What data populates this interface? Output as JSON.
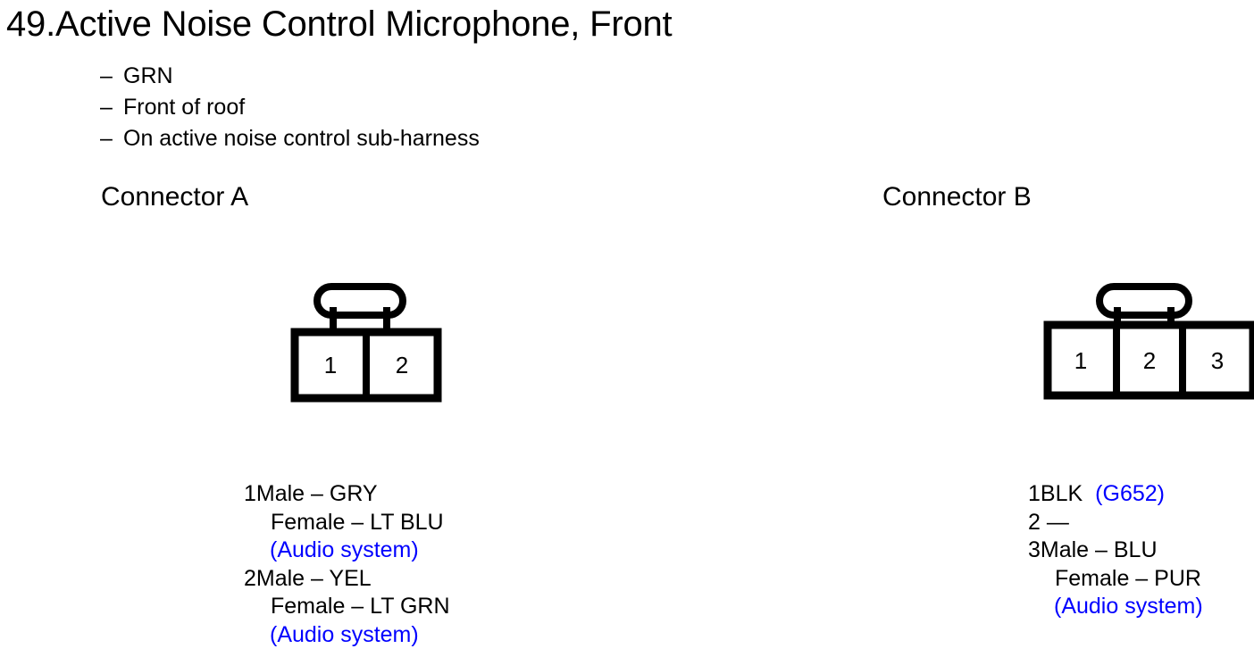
{
  "page": {
    "title": "49.Active Noise Control Microphone, Front",
    "accent_blue": "#0000ff",
    "ink": "#000000",
    "background": "#ffffff"
  },
  "bullets": [
    {
      "dash": "–",
      "text": "GRN"
    },
    {
      "dash": "–",
      "text": "Front of roof"
    },
    {
      "dash": "–",
      "text": "On active noise control sub-harness"
    }
  ],
  "connectors": [
    {
      "heading": "Connector A",
      "diagram": {
        "cavity_count": 2,
        "cavity_labels": [
          "1",
          "2"
        ],
        "clip_over_cavity_index": 0
      },
      "legend": [
        {
          "text": "1Male – GRY",
          "style": "pin",
          "color": "#000000"
        },
        {
          "text": "Female – LT BLU",
          "style": "indent-1",
          "color": "#000000"
        },
        {
          "text": "(Audio system)",
          "style": "note",
          "color": "#0000ff"
        },
        {
          "text": "2Male – YEL",
          "style": "pin",
          "color": "#000000"
        },
        {
          "text": "Female – LT GRN",
          "style": "indent-1",
          "color": "#000000"
        },
        {
          "text": "(Audio system)",
          "style": "note",
          "color": "#0000ff"
        }
      ]
    },
    {
      "heading": "Connector B",
      "diagram": {
        "cavity_count": 3,
        "cavity_labels": [
          "1",
          "2",
          "3"
        ],
        "clip_over_cavity_index": 1
      },
      "legend": [
        {
          "text": "1BLK",
          "ref": "(G652)",
          "style": "pin-with-ref",
          "color": "#000000",
          "ref_color": "#0000ff"
        },
        {
          "text": "2 —",
          "style": "pin",
          "color": "#000000"
        },
        {
          "text": "3Male – BLU",
          "style": "pin",
          "color": "#000000"
        },
        {
          "text": "Female – PUR",
          "style": "indent-1",
          "color": "#000000"
        },
        {
          "text": "(Audio system)",
          "style": "note",
          "color": "#0000ff"
        }
      ]
    }
  ]
}
